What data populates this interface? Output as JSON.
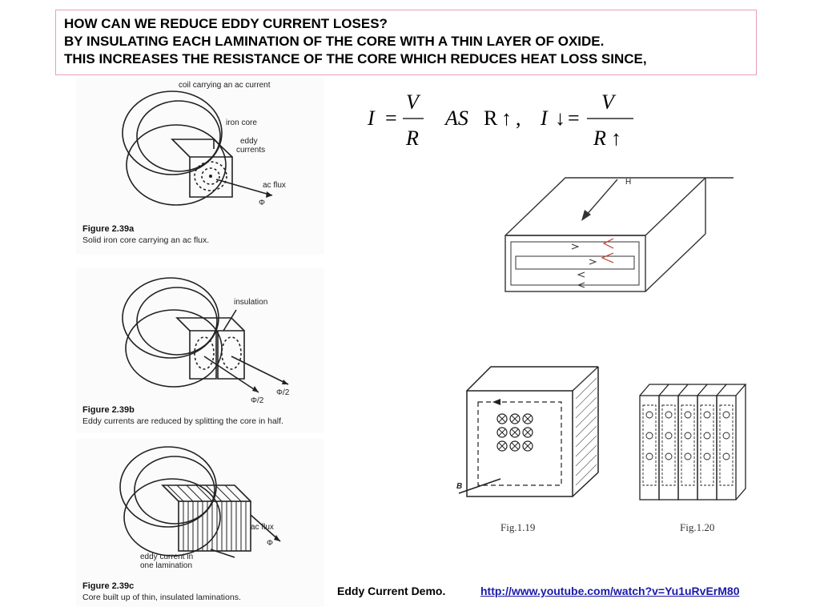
{
  "header": {
    "line1": "HOW CAN WE REDUCE EDDY CURRENT LOSES?",
    "line2": "BY INSULATING EACH LAMINATION OF THE CORE WITH A THIN LAYER OF OXIDE.",
    "line3": "THIS INCREASES THE RESISTANCE OF THE CORE WHICH REDUCES HEAT LOSS SINCE,"
  },
  "formula": {
    "current": "I",
    "equals": "=",
    "voltage": "V",
    "resistance": "R",
    "as_word": "AS",
    "resistance_upright": "R",
    "up_arrow": "↑",
    "comma": ",",
    "down_arrow": "↓"
  },
  "figure_a": {
    "label_coil": "coil carrying an ac current",
    "label_core": "iron core",
    "label_eddy_1": "eddy",
    "label_eddy_2": "currents",
    "label_flux": "ac flux",
    "label_phi": "Φ",
    "caption_title": "Figure 2.39a",
    "caption_text": "Solid iron core carrying an ac flux."
  },
  "figure_b": {
    "label_insulation": "insulation",
    "label_half_1": "Φ/2",
    "label_half_2": "Φ/2",
    "caption_title": "Figure 2.39b",
    "caption_text": "Eddy currents are reduced by splitting the core in half."
  },
  "figure_c": {
    "label_flux": "ac flux",
    "label_phi": "Φ",
    "label_eddy_1": "eddy current in",
    "label_eddy_2": "one lamination",
    "caption_title": "Figure 2.39c",
    "caption_text": "Core built up of thin, insulated laminations."
  },
  "figure_h": {
    "label_h": "H"
  },
  "figure_119": {
    "label_b": "B",
    "caption": "Fig.1.19"
  },
  "figure_120": {
    "caption": "Fig.1.20"
  },
  "footer": {
    "demo_label": "Eddy Current Demo.",
    "link_text": "http://www.youtube.com/watch?v=Yu1uRvErM80"
  }
}
